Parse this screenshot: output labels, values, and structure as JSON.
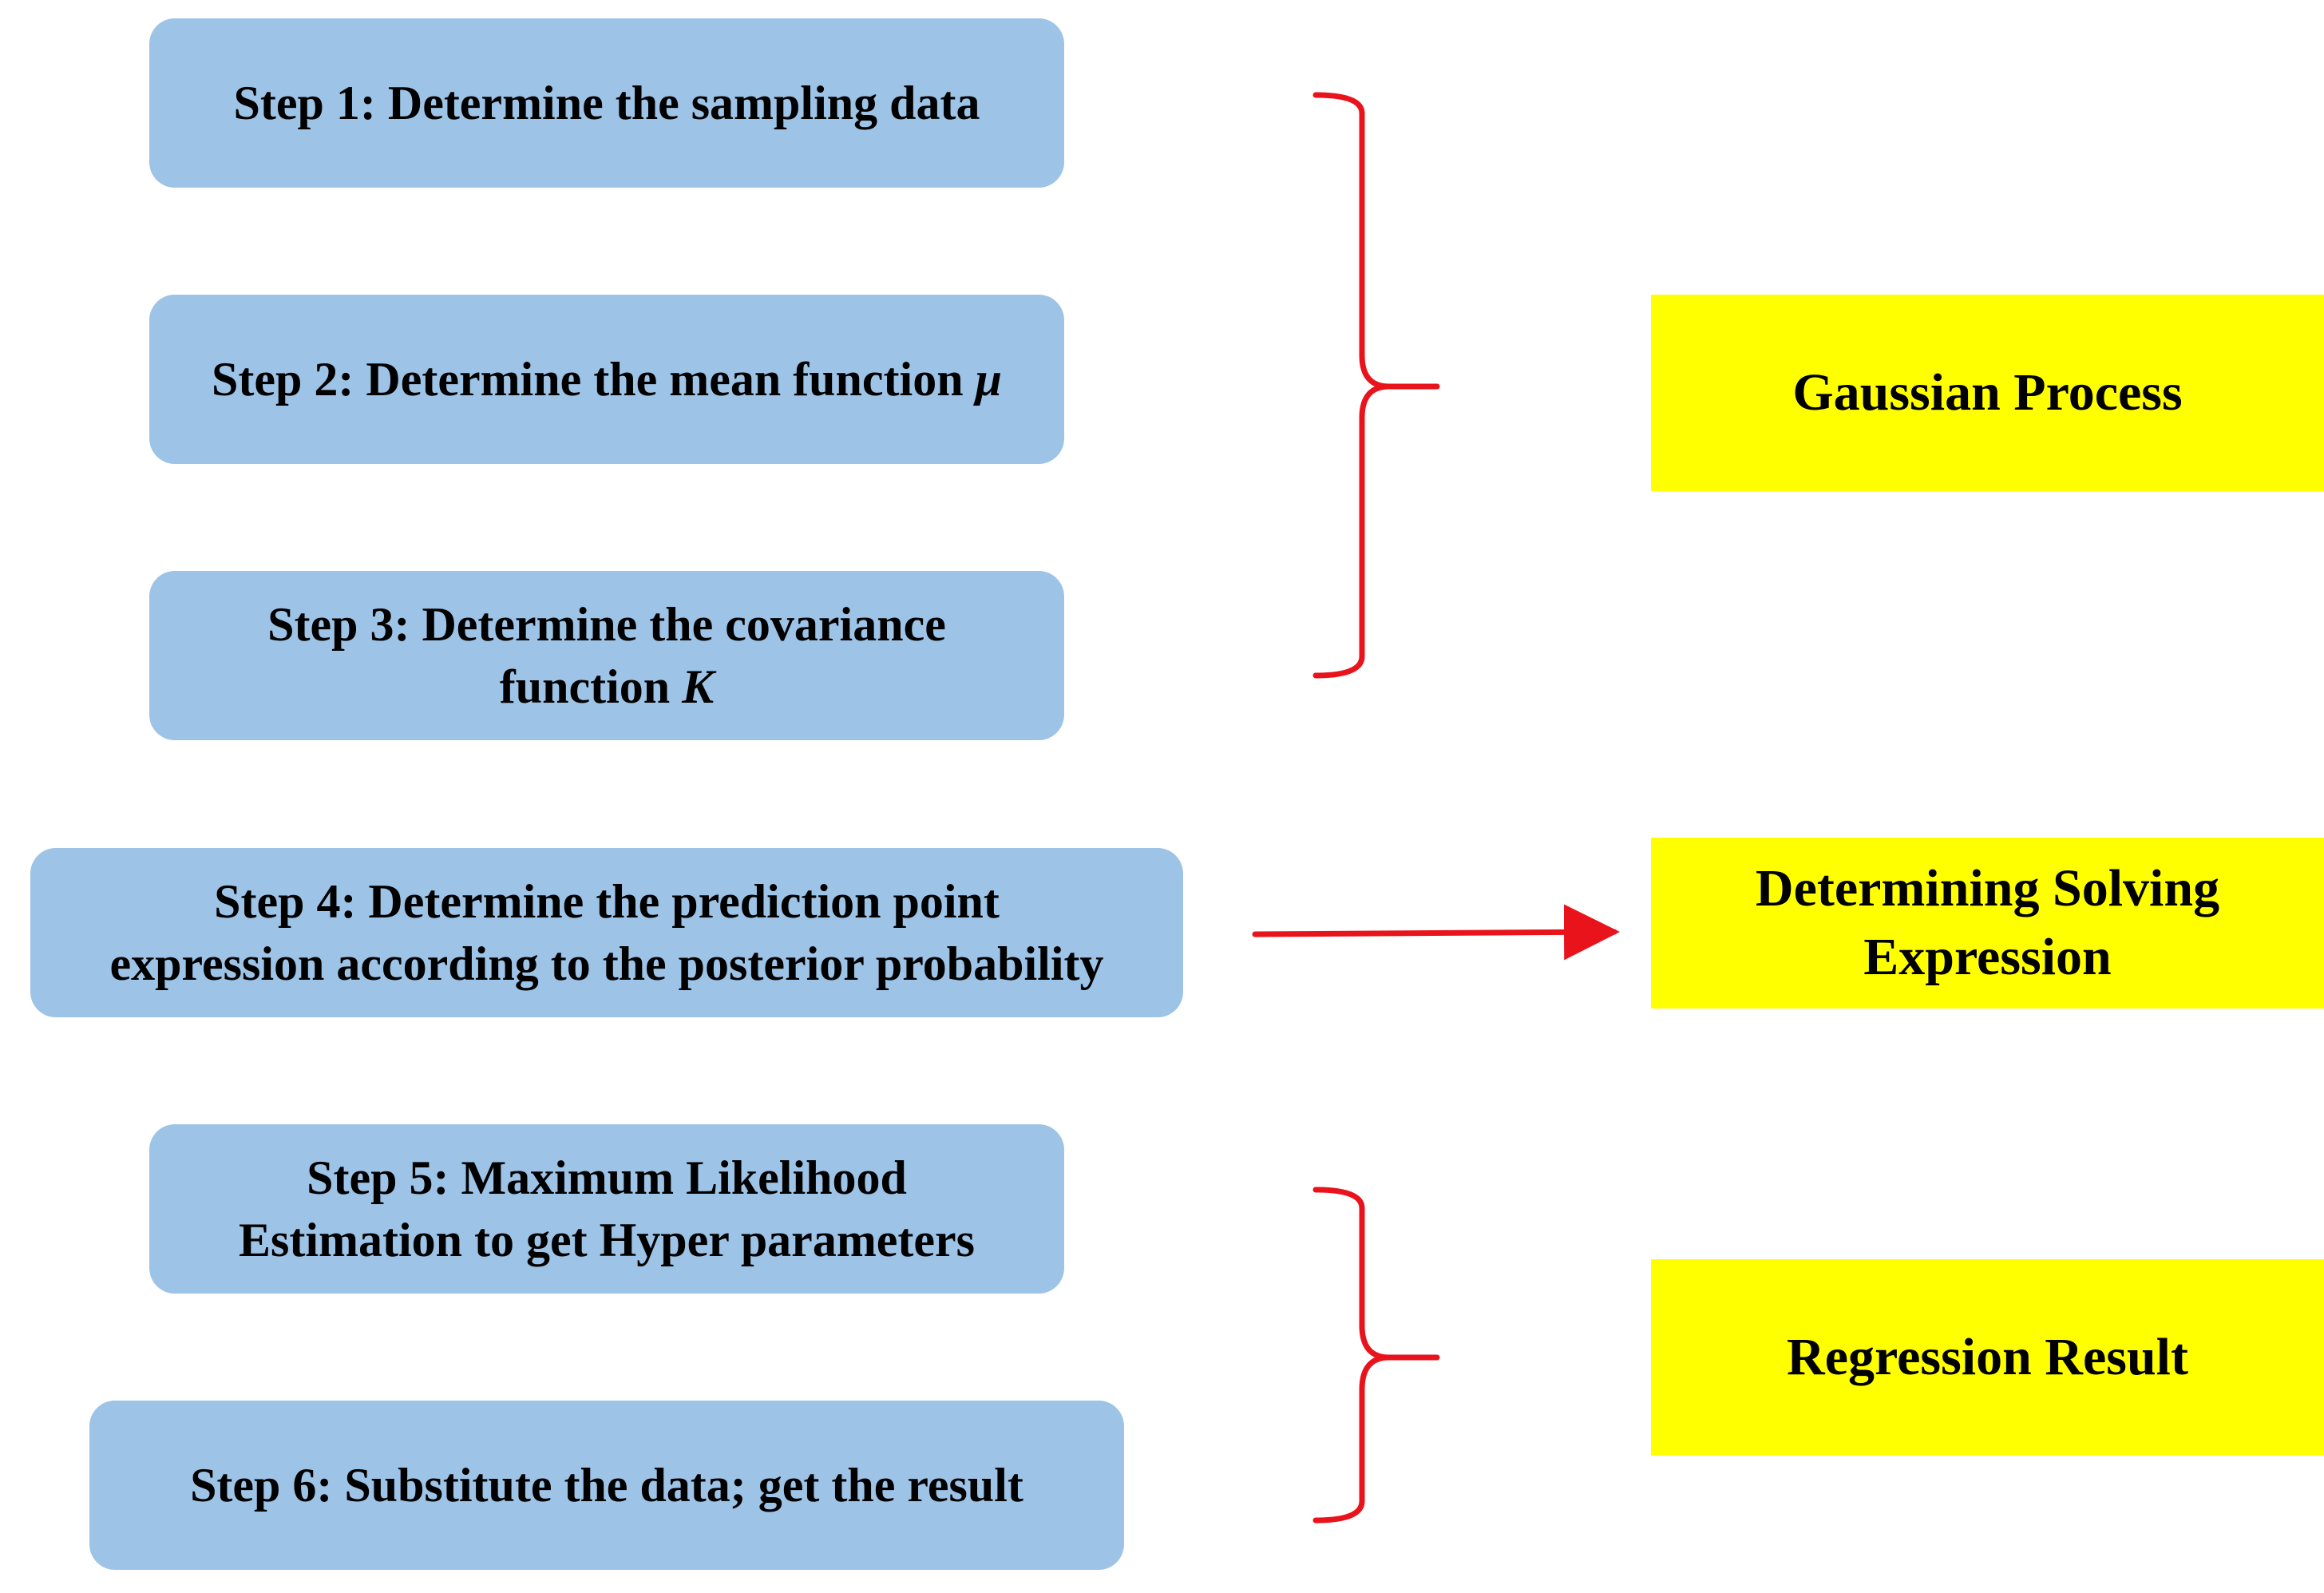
{
  "steps": [
    {
      "text": "Step 1: Determine the sampling data"
    },
    {
      "text": "Step 2: Determine the mean function ",
      "symbol": "μ"
    },
    {
      "line1": "Step 3: Determine the covariance",
      "line2_text": "function ",
      "symbol": "K"
    },
    {
      "line1": "Step 4: Determine the prediction point",
      "line2": "expression according to the posterior probability"
    },
    {
      "line1": "Step 5: Maximum Likelihood",
      "line2": "Estimation to get Hyper parameters"
    },
    {
      "text": "Step 6: Substitute the data; get the result"
    }
  ],
  "results": {
    "gaussian_process": "Gaussian Process",
    "determining_line1": "Determining Solving",
    "determining_line2": "Expression",
    "regression_result": "Regression Result"
  },
  "colors": {
    "step_fill": "#9dc3e6",
    "result_fill": "#ffff00",
    "connector": "#e8131b"
  }
}
